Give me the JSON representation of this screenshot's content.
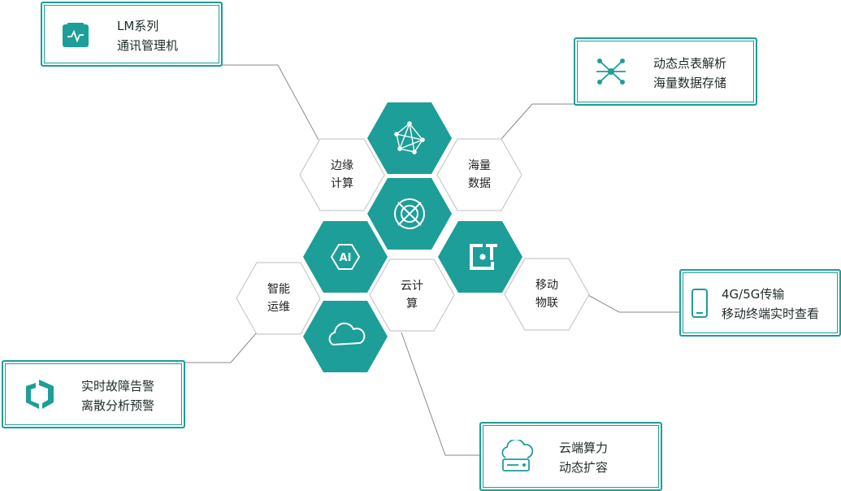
{
  "colors": {
    "teal": "#1d9e98",
    "hex_border": "#c9c9c9",
    "line": "#8a8a8a"
  },
  "hexes": {
    "edge": [
      "边缘",
      "计算"
    ],
    "data": [
      "海量",
      "数据"
    ],
    "ops": [
      "智能",
      "运维"
    ],
    "cloud": [
      "云计",
      "算"
    ],
    "mobile": [
      "移动",
      "物联"
    ]
  },
  "icons": {
    "top": "network-mesh-icon",
    "center": "target-x-icon",
    "ai": "ai-chip-icon",
    "iot": "iot-icon",
    "cloud": "cloud-icon"
  },
  "cards": [
    {
      "id": "lm",
      "icon": "device-monitor-icon",
      "lines": [
        "LM系列",
        "通讯管理机"
      ]
    },
    {
      "id": "analysis",
      "icon": "node-graph-icon",
      "lines": [
        "动态点表解析",
        "海量数据存储"
      ]
    },
    {
      "id": "mobile",
      "icon": "smartphone-icon",
      "lines": [
        "4G/5G传输",
        "移动终端实时查看"
      ]
    },
    {
      "id": "alarm",
      "icon": "alert-shield-icon",
      "lines": [
        "实时故障告警",
        "离散分析预警"
      ]
    },
    {
      "id": "compute",
      "icon": "cloud-server-icon",
      "lines": [
        "云端算力",
        "动态扩容"
      ]
    }
  ]
}
